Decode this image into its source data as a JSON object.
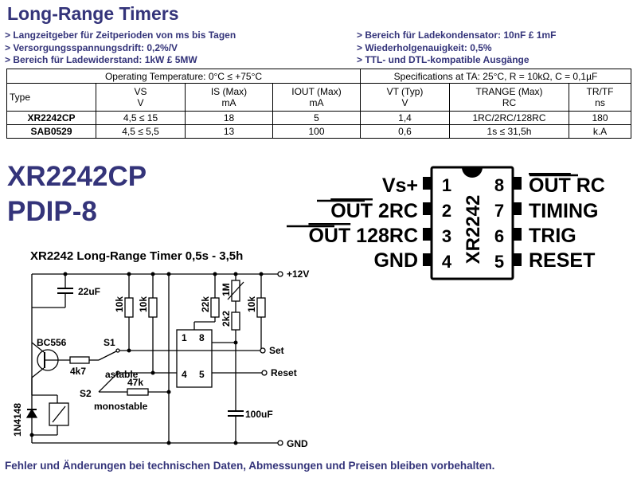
{
  "title": "Long-Range Timers",
  "bullets_left": [
    "> Langzeitgeber  für Zeitperioden von ms bis Tagen",
    "> Versorgungsspannungsdrift: 0,2%/V",
    "> Bereich für Ladewiderstand: 1kW £ 5MW"
  ],
  "bullets_right": [
    "> Bereich für Ladekondensator: 10nF £ 1mF",
    "> Wiederholgenauigkeit: 0,5%",
    "> TTL- und DTL-kompatible Ausgänge"
  ],
  "table": {
    "operating_temp": "Operating Temperature: 0°C ≤ +75°C",
    "spec_conditions": "Specifications at TA: 25°C, R = 10kΩ, C = 0,1µF",
    "headers": [
      {
        "main": "Type",
        "unit": ""
      },
      {
        "main": "VS",
        "unit": "V"
      },
      {
        "main": "IS (Max)",
        "unit": "mA"
      },
      {
        "main": "IOUT (Max)",
        "unit": "mA"
      },
      {
        "main": "VT (Typ)",
        "unit": "V"
      },
      {
        "main": "TRANGE (Max)",
        "unit": "RC"
      },
      {
        "main": "TR/TF",
        "unit": "ns"
      }
    ],
    "rows": [
      [
        "XR2242CP",
        "4,5 ≤ 15",
        "18",
        "5",
        "1,4",
        "1RC/2RC/128RC",
        "180"
      ],
      [
        "SAB0529",
        "4,5 ≤ 5,5",
        "13",
        "100",
        "0,6",
        "1s ≤ 31,5h",
        "k.A"
      ]
    ]
  },
  "part_number": "XR2242CP",
  "package": "PDIP-8",
  "chip": {
    "marking": "XR2242",
    "pins_left": [
      {
        "num": "1",
        "label": "Vs+",
        "overline": ""
      },
      {
        "num": "2",
        "label": " 2RC",
        "overline": "OUT"
      },
      {
        "num": "3",
        "label": " 128RC",
        "overline": "OUT"
      },
      {
        "num": "4",
        "label": "GND",
        "overline": ""
      }
    ],
    "pins_right": [
      {
        "num": "8",
        "label": " RC",
        "overline": "OUT"
      },
      {
        "num": "7",
        "label": "TIMING",
        "overline": ""
      },
      {
        "num": "6",
        "label": "TRIG",
        "overline": ""
      },
      {
        "num": "5",
        "label": "RESET",
        "overline": ""
      }
    ]
  },
  "circuit": {
    "title": "XR2242 Long-Range Timer 0,5s - 3,5h",
    "labels": {
      "vcc": "+12V",
      "gnd": "GND",
      "set": "Set",
      "reset": "Reset",
      "c1": "22uF",
      "c2": "100uF",
      "r1": "10k",
      "r2": "10k",
      "r3": "22k",
      "r4": "1M",
      "r5": "2k2",
      "r6": "10k",
      "r7": "4k7",
      "r8": "47k",
      "transistor": "BC556",
      "diode": "1N4148",
      "s1": "S1",
      "s2": "S2",
      "astable": "astable",
      "monostable": "monostable",
      "ic_pin1": "1",
      "ic_pin8": "8",
      "ic_pin4": "4",
      "ic_pin5": "5"
    }
  },
  "footer": "Fehler und Änderungen bei technischen Daten, Abmessungen und Preisen bleiben vorbehalten."
}
